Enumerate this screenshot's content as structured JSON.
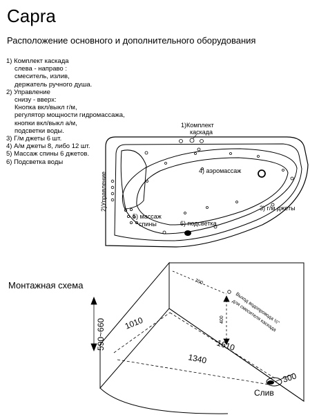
{
  "title": "Capra",
  "subtitle": "Расположение основного и дополнительного оборудования",
  "legend": [
    {
      "text": "1) Комплект каскада",
      "indent": false
    },
    {
      "text": "слева - направо :",
      "indent": true
    },
    {
      "text": "смеситель, излив,",
      "indent": true
    },
    {
      "text": "держатель ручного душа.",
      "indent": true
    },
    {
      "text": "2) Управление",
      "indent": false
    },
    {
      "text": "снизу - вверх:",
      "indent": true
    },
    {
      "text": "Кнопка вкл/выкл г/м,",
      "indent": true
    },
    {
      "text": "регулятор мощности гидромассажа,",
      "indent": true
    },
    {
      "text": "кнопки вкл/выкл а/м,",
      "indent": true
    },
    {
      "text": "подсветки воды.",
      "indent": true
    },
    {
      "text": "3) Г/м джеты 6 шт.",
      "indent": false
    },
    {
      "text": "4) А/м джеты 8, либо 12 шт.",
      "indent": false
    },
    {
      "text": "5) Массаж спины 6 джетов.",
      "indent": false
    },
    {
      "text": "6) Подсветка воды",
      "indent": false
    }
  ],
  "tub_labels": {
    "cascade_line1": "1)Комплект",
    "cascade_line2": "каскада",
    "control": "2)Управление",
    "aero": "4) аэромассаж",
    "hydro": "3) г/м джеты",
    "back_line1": "5) массаж",
    "back_line2": "спины",
    "light": "6) подсветка"
  },
  "mount": {
    "title": "Монтажная схема",
    "dim_700": "700",
    "dim_400": "400",
    "height": "590~660",
    "width_1010": "1010",
    "length_1610": "1610",
    "length_1340": "1340",
    "drain_300": "300",
    "drain": "Слив",
    "outlet_line1": "Выход водопровода ½\"",
    "outlet_line2": "для смесителя каскада"
  }
}
